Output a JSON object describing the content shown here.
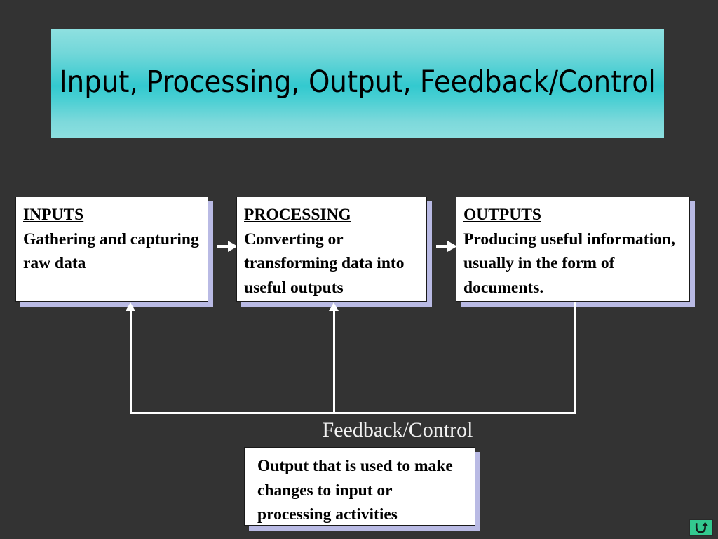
{
  "slide": {
    "background_color": "#333333",
    "title": "Input, Processing, Output, Feedback/Control",
    "title_banner": {
      "gradient_top_color": "#8ee0e0",
      "gradient_mid_color": "#33c9cf",
      "gradient_bottom_color": "#8de0e0",
      "text_color": "#000000"
    }
  },
  "diagram": {
    "type": "flow",
    "box_fill_color": "#ffffff",
    "box_shadow_color": "#b9bae4",
    "connector_color": "#ffffff",
    "boxes": [
      {
        "id": "inputs",
        "heading": "INPUTS",
        "body": "Gathering and capturing raw data"
      },
      {
        "id": "processing",
        "heading": "PROCESSING",
        "body": "Converting or transforming data into useful outputs"
      },
      {
        "id": "outputs",
        "heading": "OUTPUTS",
        "body": "Producing useful information, usually in the form of documents."
      }
    ],
    "feedback": {
      "label": "Feedback/Control",
      "label_color": "#f2f2f2",
      "box_text": "Output that is used to make changes to input or processing activities"
    },
    "arrows": [
      {
        "id": "inputs-to-processing",
        "direction": "right"
      },
      {
        "id": "processing-to-outputs",
        "direction": "right"
      },
      {
        "id": "feedback-to-inputs",
        "direction": "up"
      },
      {
        "id": "feedback-to-processing",
        "direction": "up"
      }
    ]
  },
  "controls": {
    "return_button": {
      "icon": "u-turn-arrow-icon",
      "color": "#33c98f"
    }
  }
}
